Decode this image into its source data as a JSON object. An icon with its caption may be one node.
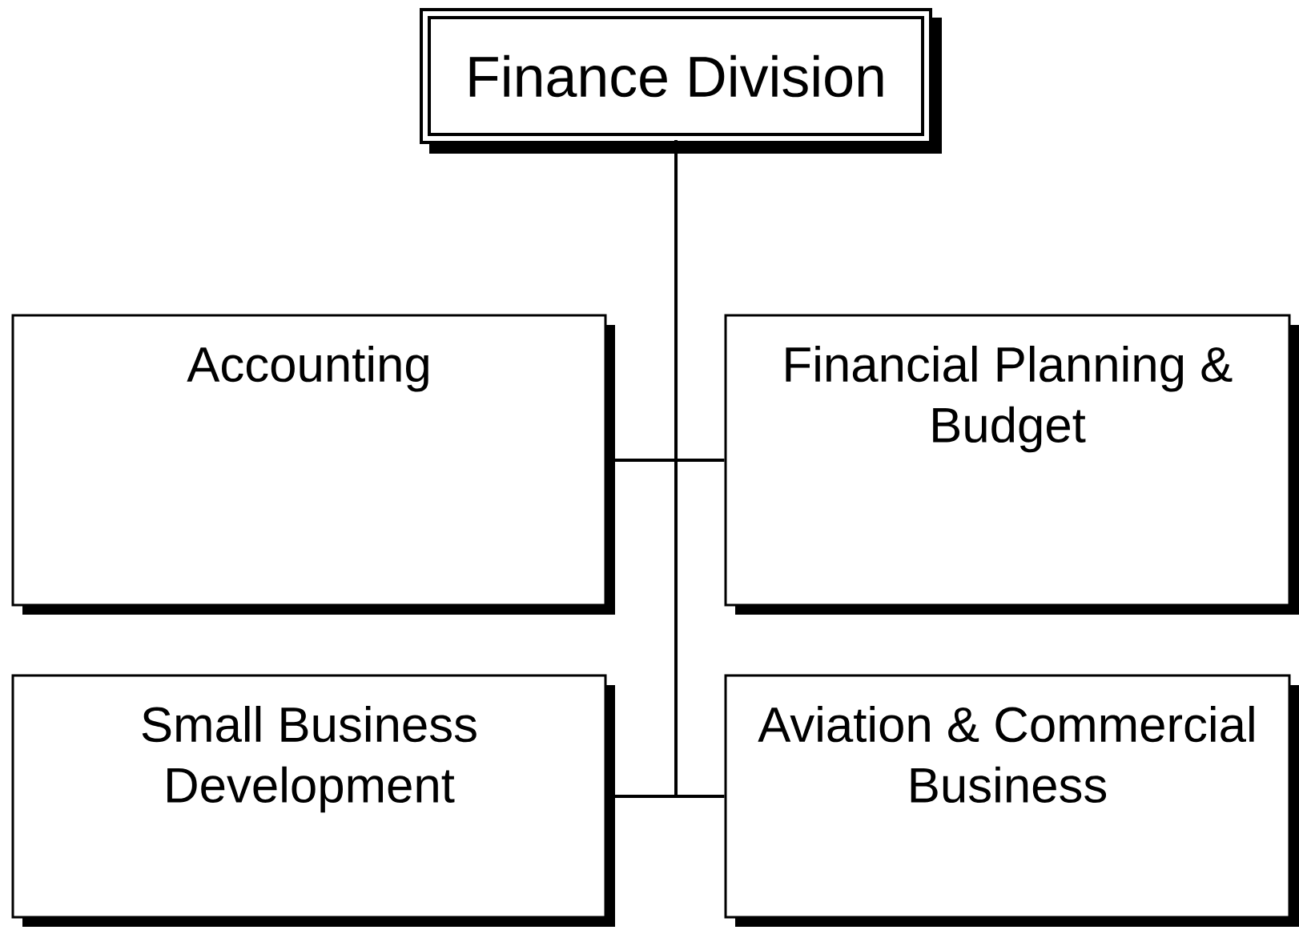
{
  "diagram": {
    "nodes": [
      {
        "text": [
          "Finance Division"
        ]
      },
      {
        "text": [
          "Accounting"
        ]
      },
      {
        "text": [
          "Financial Planning & Budget"
        ]
      },
      {
        "text": [
          "Small Business Development"
        ]
      },
      {
        "text": [
          "Aviation & Commercial Business"
        ]
      }
    ],
    "edges": [
      {
        "from": 0,
        "to": 1,
        "arrow": "none"
      },
      {
        "from": 0,
        "to": 2,
        "arrow": "none"
      },
      {
        "from": 0,
        "to": 3,
        "arrow": "none"
      },
      {
        "from": 0,
        "to": 4,
        "arrow": "none"
      }
    ]
  }
}
